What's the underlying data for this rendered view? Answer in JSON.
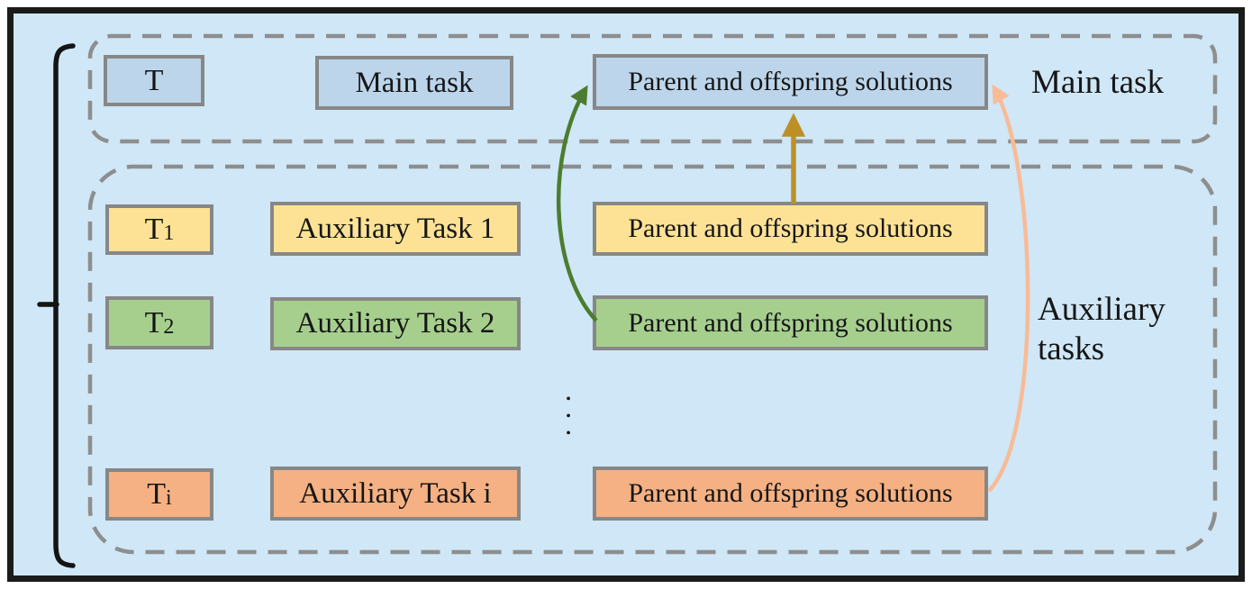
{
  "figure": {
    "groups": {
      "main": {
        "side_label": "Main task",
        "box_color": "#bcd5ea",
        "task_tag": "T",
        "task_box": "Main task",
        "solutions_box": "Parent and offspring solutions"
      },
      "aux": {
        "side_label": "Auxiliary tasks",
        "ellipsis": "•\n•\n•",
        "rows": [
          {
            "tag_base": "T",
            "tag_sub": "1",
            "task_box": "Auxiliary Task 1",
            "solutions_box": "Parent and offspring solutions",
            "color": "#fde295"
          },
          {
            "tag_base": "T",
            "tag_sub": "2",
            "task_box": "Auxiliary Task 2",
            "solutions_box": "Parent and offspring solutions",
            "color": "#a6cf8e"
          },
          {
            "tag_base": "T",
            "tag_sub": "i",
            "task_box": "Auxiliary Task i",
            "solutions_box": "Parent and offspring solutions",
            "color": "#f5b183"
          }
        ]
      }
    },
    "colors": {
      "background": "#cfe7f6",
      "frame": "#1b1b1b",
      "brace": "#141414",
      "dash": "#8e8e8e",
      "box_border": "#878787",
      "text": "#161616",
      "arrow_green": "#4c7d2f",
      "arrow_gold": "#bd9027",
      "arrow_salmon": "#f8bb97"
    }
  }
}
